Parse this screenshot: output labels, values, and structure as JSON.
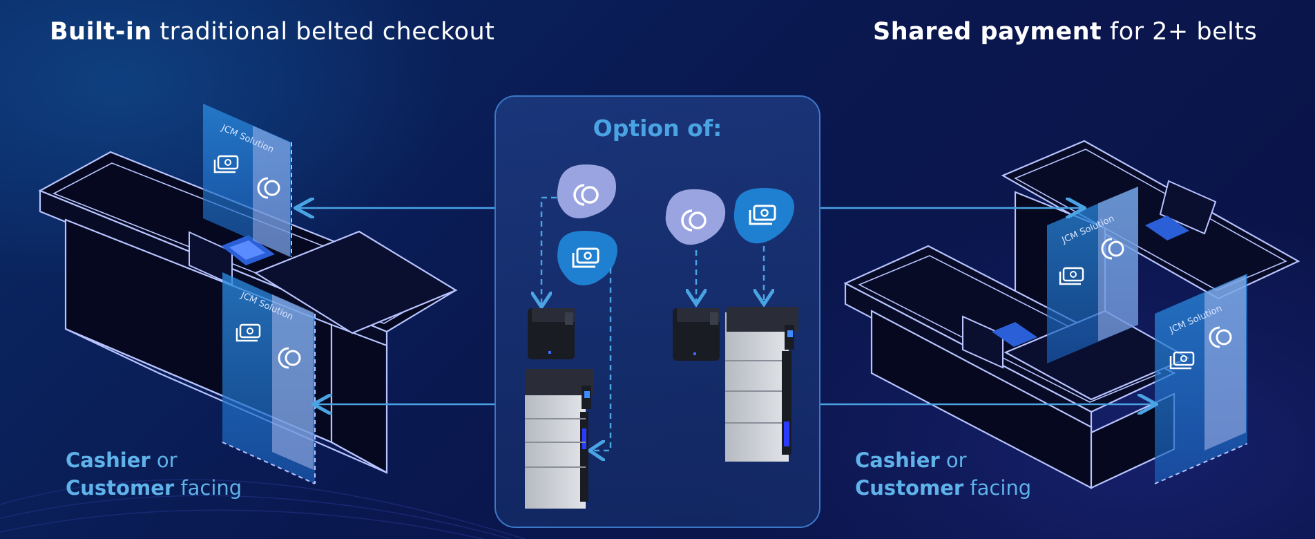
{
  "left_heading": {
    "bold": "Built-in",
    "rest": " traditional belted checkout"
  },
  "right_heading": {
    "bold": "Shared payment",
    "rest": " for 2+ belts"
  },
  "center": {
    "title": "Option of:"
  },
  "left_caption": {
    "line1_bold": "Cashier",
    "line1_rest": " or",
    "line2_bold": "Customer",
    "line2_rest": " facing"
  },
  "right_caption": {
    "line1_bold": "Cashier",
    "line1_rest": " or",
    "line2_bold": "Customer",
    "line2_rest": " facing"
  },
  "kiosk_label": "JCM Solution",
  "colors": {
    "accent_blue": "#4aa4e4",
    "outline": "#b8c4ff",
    "background": "#0b1a55",
    "cash_badge": "#1f7fd0",
    "coin_badge": "#9aa4e0"
  },
  "icons": [
    "cash-icon",
    "coin-icon",
    "card-terminal-icon",
    "coin-recycler-device",
    "note-recycler-device"
  ]
}
